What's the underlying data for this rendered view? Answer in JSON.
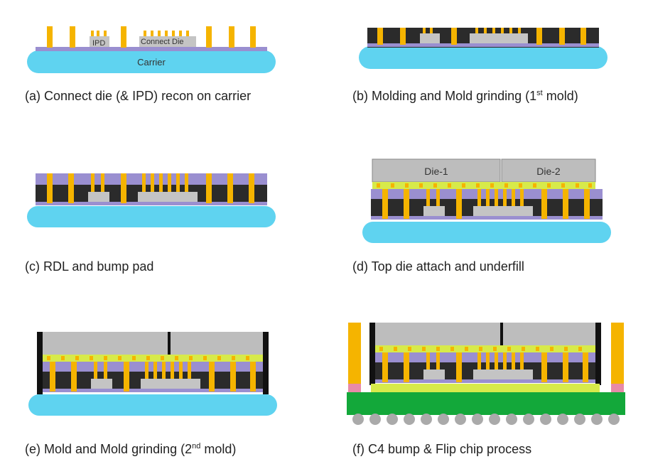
{
  "colors": {
    "carrier": "#5fd3f0",
    "pillar": "#f5b400",
    "mold": "#2b2b2b",
    "rdl": "#9a8fd0",
    "die": "#b8b8b8",
    "underfill": "#d7ea4a",
    "substrate": "#13a83a",
    "bump": "#aaaaaa",
    "pink": "#e88aa8",
    "top_die": "#bdbdbd"
  },
  "panels": {
    "a": {
      "caption_text": "(a) Connect die (& IPD) recon on carrier",
      "carrier_label": "Carrier",
      "ipd_label": "IPD",
      "connect_label": "Connect Die"
    },
    "b": {
      "caption_main": "(b) Molding and Mold grinding (1",
      "caption_sup": "st",
      "caption_end": " mold)"
    },
    "c": {
      "caption_text": "(c) RDL and bump pad"
    },
    "d": {
      "caption_text": "(d) Top die attach and underfill",
      "die1_label": "Die-1",
      "die2_label": "Die-2"
    },
    "e": {
      "caption_main": "(e) Mold and Mold grinding (2",
      "caption_sup": "nd",
      "caption_end": " mold)"
    },
    "f": {
      "caption_text": "(f) C4 bump & Flip chip process"
    }
  }
}
